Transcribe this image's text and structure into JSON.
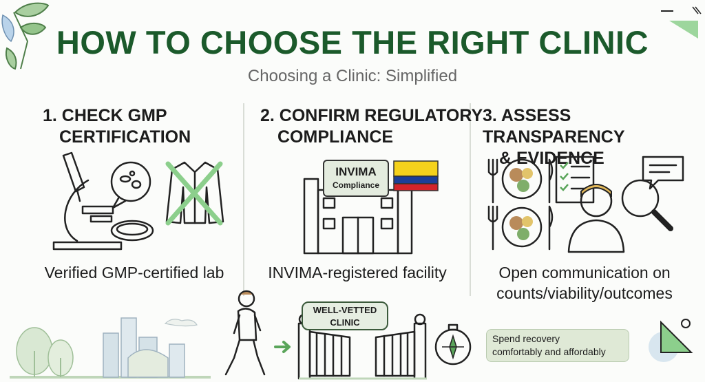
{
  "title": "HOW TO CHOOSE THE RIGHT CLINIC",
  "subtitle": "Choosing a Clinic: Simplified",
  "steps": [
    {
      "heading_line1": "1. CHECK GMP",
      "heading_line2": "CERTIFICATION",
      "caption": "Verified GMP-certified lab"
    },
    {
      "heading_line1": "2. CONFIRM REGULATORY",
      "heading_line2": "COMPLIANCE",
      "caption": "INVIMA-registered facility",
      "sign_line1": "INVIMA",
      "sign_line2": "Compliance"
    },
    {
      "heading_line1": "3. ASSESS TRANSPARENCY",
      "heading_line2": "& EVIDENCE",
      "caption_line1": "Open communication on",
      "caption_line2": "counts/viability/outcomes"
    }
  ],
  "gate": {
    "line1": "WELL-VETTED",
    "line2": "CLINIC"
  },
  "spend": {
    "line1": "Spend recovery",
    "line2": "comfortably and affordably"
  },
  "colors": {
    "accent_green": "#1b5a2b",
    "light_green": "#8ccf8c",
    "flag_yellow": "#f5d21c",
    "flag_blue": "#1b3f99",
    "flag_red": "#d2232a"
  },
  "icons": [
    "leaf-icon",
    "corner-triangle-icon",
    "microscope-icon",
    "petri-dish-icon",
    "lab-coat-icon",
    "cross-mark-icon",
    "building-icon",
    "colombia-flag-icon",
    "food-plate-icon",
    "checklist-icon",
    "person-icon",
    "magnifier-icon",
    "chat-bubble-icon",
    "city-skyline-icon",
    "walking-person-icon",
    "arrow-right-icon",
    "gate-icon",
    "compass-icon"
  ]
}
